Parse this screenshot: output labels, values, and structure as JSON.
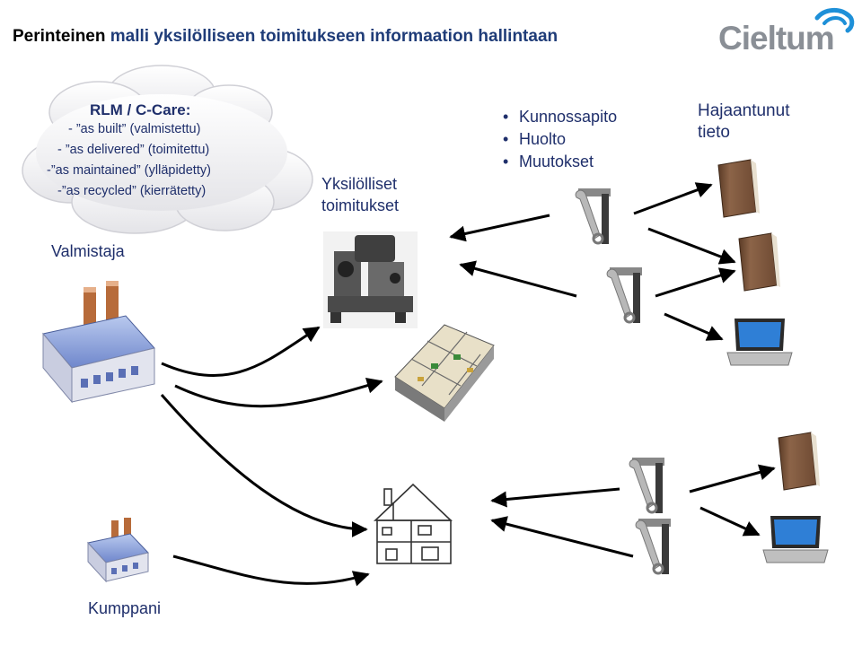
{
  "title": {
    "part1": "Perinteinen",
    "part2": "malli yksilölliseen toimitukseen informaation hallintaan"
  },
  "logo": {
    "text": "Cieltum"
  },
  "cloud": {
    "title": "RLM / C-Care:",
    "lines": [
      "- ”as built” (valmistettu)",
      "- ”as delivered” (toimitettu)",
      "-”as maintained” (ylläpidetty)",
      "-”as recycled” (kierrätetty)"
    ]
  },
  "labels": {
    "valmistaja": "Valmistaja",
    "yksilolliset_1": "Yksilölliset",
    "yksilolliset_2": "toimitukset",
    "kumppani": "Kumppani",
    "hajaantunut_1": "Hajaantunut",
    "hajaantunut_2": "tieto"
  },
  "bullets": [
    "Kunnossapito",
    "Huolto",
    "Muutokset"
  ],
  "colors": {
    "title_blue": "#1f3c78",
    "text_blue": "#1f2f6b",
    "arrow": "#000000"
  },
  "icons": [
    "factory-icon",
    "small-factory-icon",
    "machine-icon",
    "floorplan-icon",
    "house-icon",
    "wrench-hammer-icon",
    "book-icon",
    "laptop-icon",
    "cloud-shape"
  ]
}
